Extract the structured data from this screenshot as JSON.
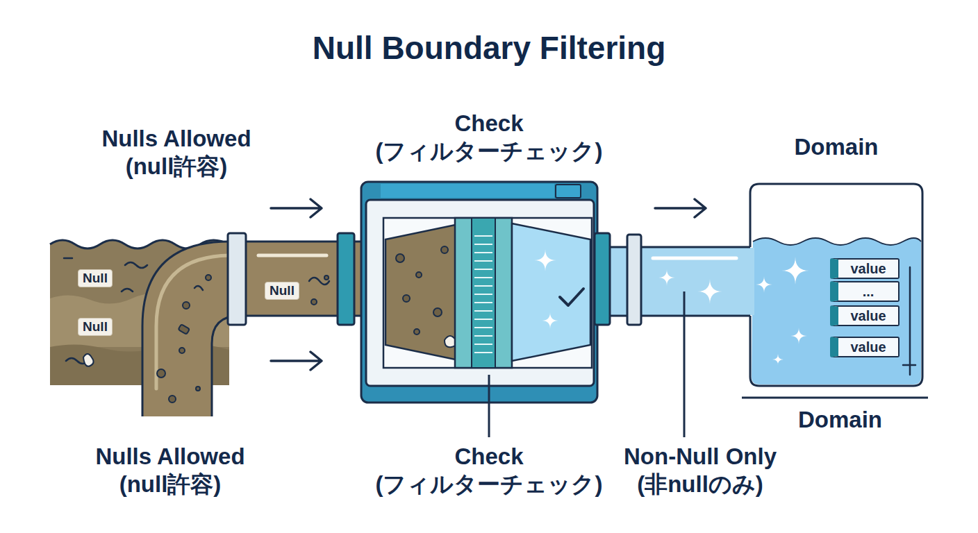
{
  "diagram": {
    "title": "Null Boundary Filtering",
    "nodes": [
      {
        "text": [
          "Null"
        ]
      },
      {
        "text": [
          "Null"
        ]
      },
      {
        "text": [
          "Null"
        ]
      },
      {
        "text": [
          "Domain"
        ]
      },
      {
        "text": [
          "value"
        ],
        "in": 3
      },
      {
        "text": [
          "..."
        ],
        "in": 3
      },
      {
        "text": [
          "value"
        ],
        "in": 3
      },
      {
        "text": [
          "value"
        ],
        "in": 3
      }
    ],
    "labels": [
      "Nulls Allowed (null許容)",
      "Check (フィルターチェック)",
      "Domain",
      "Nulls Allowed (null許容)",
      "Check (フィルターチェック)",
      "Non-Null Only (非nullのみ)"
    ]
  }
}
